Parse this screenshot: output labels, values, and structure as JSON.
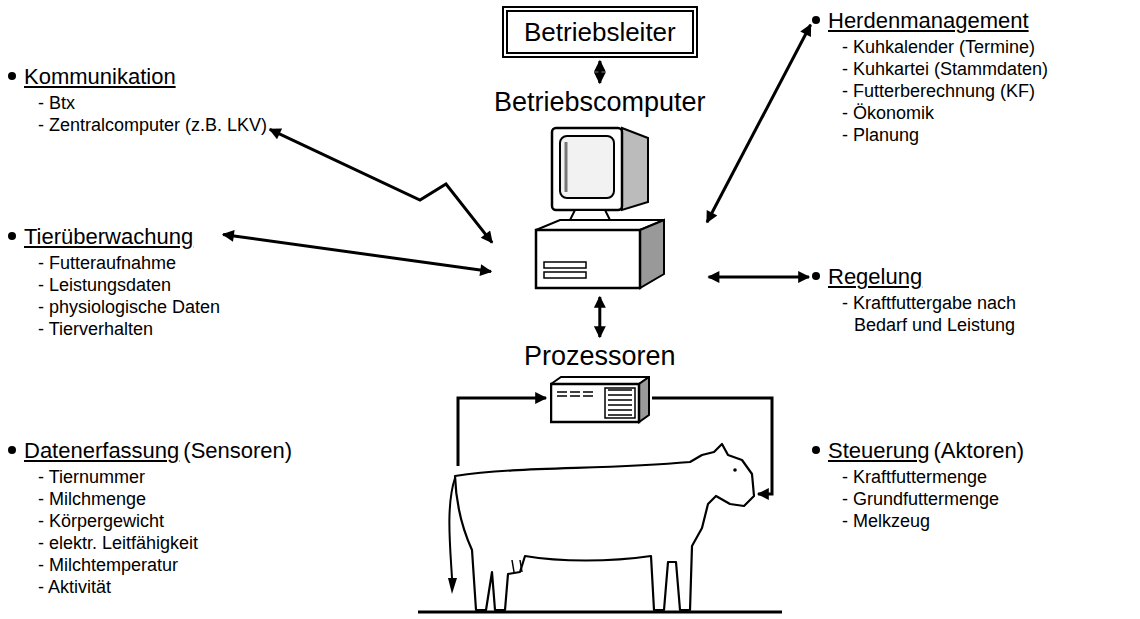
{
  "diagram": {
    "nodes": [
      {
        "text": [
          "Kommunikation",
          "- Btx",
          "- Zentralcomputer (z.B. LKV)"
        ]
      },
      {
        "text": [
          "Betriebsleiter"
        ]
      },
      {
        "text": [
          "Herdenmanagement",
          "- Kuhkalender (Termine)",
          "- Kuhkartei (Stammdaten)",
          "- Futterberechnung (KF)",
          "- Ökonomik",
          "- Planung"
        ]
      },
      {
        "text": [
          "Betriebscomputer"
        ]
      },
      {
        "text": [
          "Tierüberwachung",
          "- Futteraufnahme",
          "- Leistungsdaten",
          "- physiologische Daten",
          "- Tierverhalten"
        ]
      },
      {
        "text": [
          "Regelung",
          "- Kraftfuttergabe nach Bedarf und Leistung"
        ]
      },
      {
        "text": [
          "Prozessoren"
        ]
      },
      {
        "text": [
          "Datenerfassung",
          "(Sensoren)",
          "- Tiernummer",
          "- Milchmenge",
          "- Körpergewicht",
          "- elektr. Leitfähigkeit",
          "- Milchtemperatur",
          "- Aktivität"
        ]
      },
      {
        "text": [
          "Steuerung",
          "(Aktoren)",
          "- Kraftfuttermenge",
          "- Grundfuttermenge",
          "- Melkzeug"
        ]
      }
    ],
    "edges": [
      {
        "from": 1,
        "to": 3,
        "arrow": "both"
      },
      {
        "from": 0,
        "to": 3,
        "arrow": "both"
      },
      {
        "from": 2,
        "to": 3,
        "arrow": "both"
      },
      {
        "from": 4,
        "to": 3,
        "arrow": "both"
      },
      {
        "from": 3,
        "to": 5,
        "arrow": "both"
      },
      {
        "from": 3,
        "to": 6,
        "arrow": "both"
      }
    ]
  }
}
